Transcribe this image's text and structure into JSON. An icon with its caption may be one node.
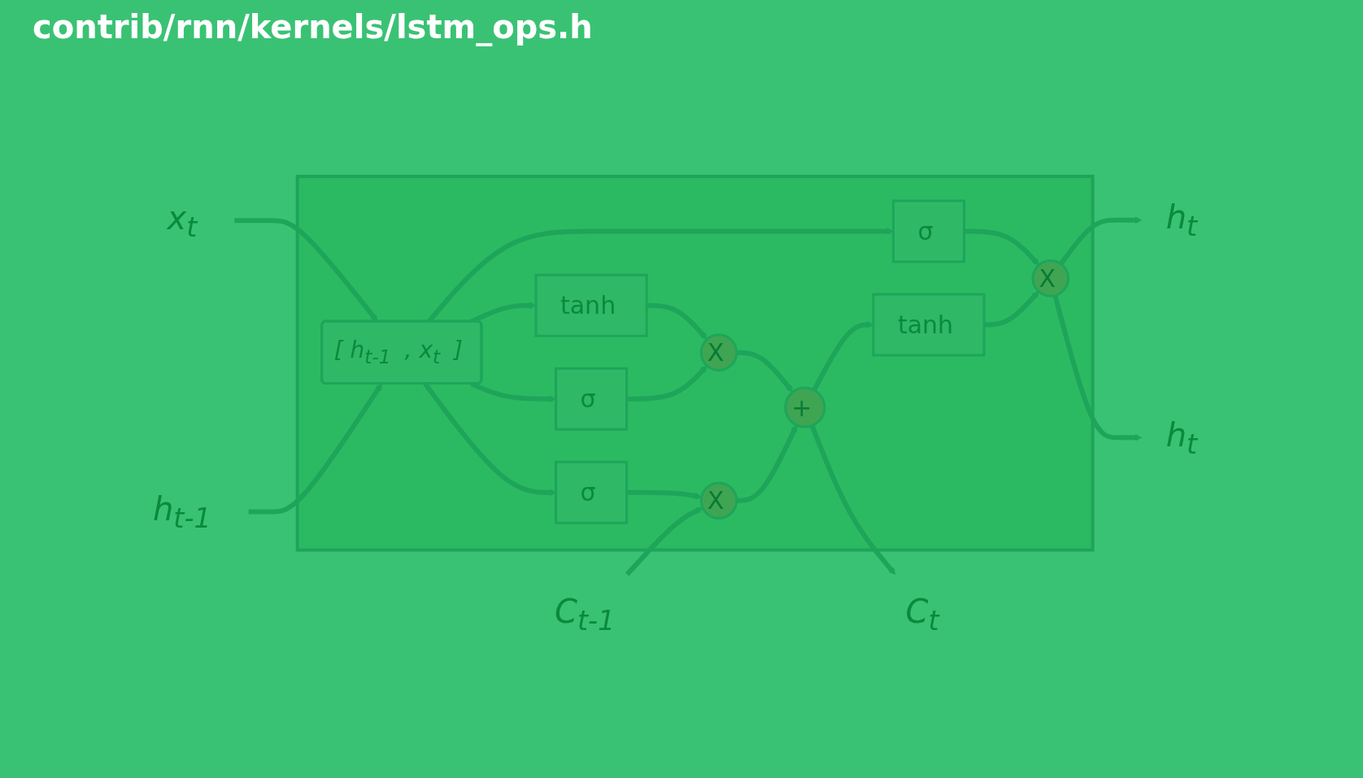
{
  "diagram": {
    "nodes": [
      {
        "text": [],
        "shape": "box"
      },
      {
        "text": [
          "C$_{t-1}$"
        ]
      },
      {
        "text": [
          "X"
        ],
        "in": 0
      },
      {
        "text": [
          "+"
        ],
        "in": 0
      },
      {
        "text": [
          "C$_{t}$"
        ]
      },
      {
        "text": [
          "h$_{t}$"
        ]
      },
      {
        "text": [
          "σ"
        ],
        "in": 0
      },
      {
        "text": [
          "X"
        ],
        "in": 0
      },
      {
        "text": [
          "σ"
        ],
        "in": 0
      },
      {
        "text": [
          "tanh"
        ],
        "in": 0
      },
      {
        "text": [
          "σ"
        ],
        "in": 0
      },
      {
        "text": [
          "tanh"
        ],
        "in": 0
      },
      {
        "text": [
          "X"
        ],
        "in": 0
      },
      {
        "text": [
          "[ h$_{t-1}$ , x$_{t}$ ]"
        ],
        "in": 0
      },
      {
        "text": [
          "h$_{t-1}$"
        ]
      },
      {
        "text": [
          "h$_{t}$"
        ]
      },
      {
        "text": [
          "x$_{t}$"
        ]
      }
    ],
    "edges": [
      {
        "from": 1,
        "to": 2,
        "arrow": "to"
      },
      {
        "from": 2,
        "to": 3,
        "arrow": "to"
      },
      {
        "from": 3,
        "to": 4,
        "arrow": "to"
      },
      {
        "from": 3,
        "to": 11,
        "arrow": "to"
      },
      {
        "from": 11,
        "to": 12,
        "arrow": "to"
      },
      {
        "from": 6,
        "to": 2,
        "arrow": "to"
      },
      {
        "from": 7,
        "to": 3,
        "arrow": "to"
      },
      {
        "from": 8,
        "to": 7,
        "arrow": "to"
      },
      {
        "from": 9,
        "to": 7,
        "arrow": "to"
      },
      {
        "from": 13,
        "to": 6,
        "arrow": "to"
      },
      {
        "from": 13,
        "to": 8,
        "arrow": "to"
      },
      {
        "from": 13,
        "to": 9,
        "arrow": "to"
      },
      {
        "from": 13,
        "to": 10,
        "arrow": "to"
      },
      {
        "from": 10,
        "to": 12,
        "arrow": "to"
      },
      {
        "from": 12,
        "to": 15,
        "arrow": "to"
      },
      {
        "from": 12,
        "to": 5,
        "arrow": "to"
      },
      {
        "from": 14,
        "to": 13,
        "arrow": "to"
      },
      {
        "from": 16,
        "to": 13,
        "arrow": "to"
      }
    ],
    "labels": [
      "contrib/rnn/kernels/lstm_ops.h"
    ]
  }
}
